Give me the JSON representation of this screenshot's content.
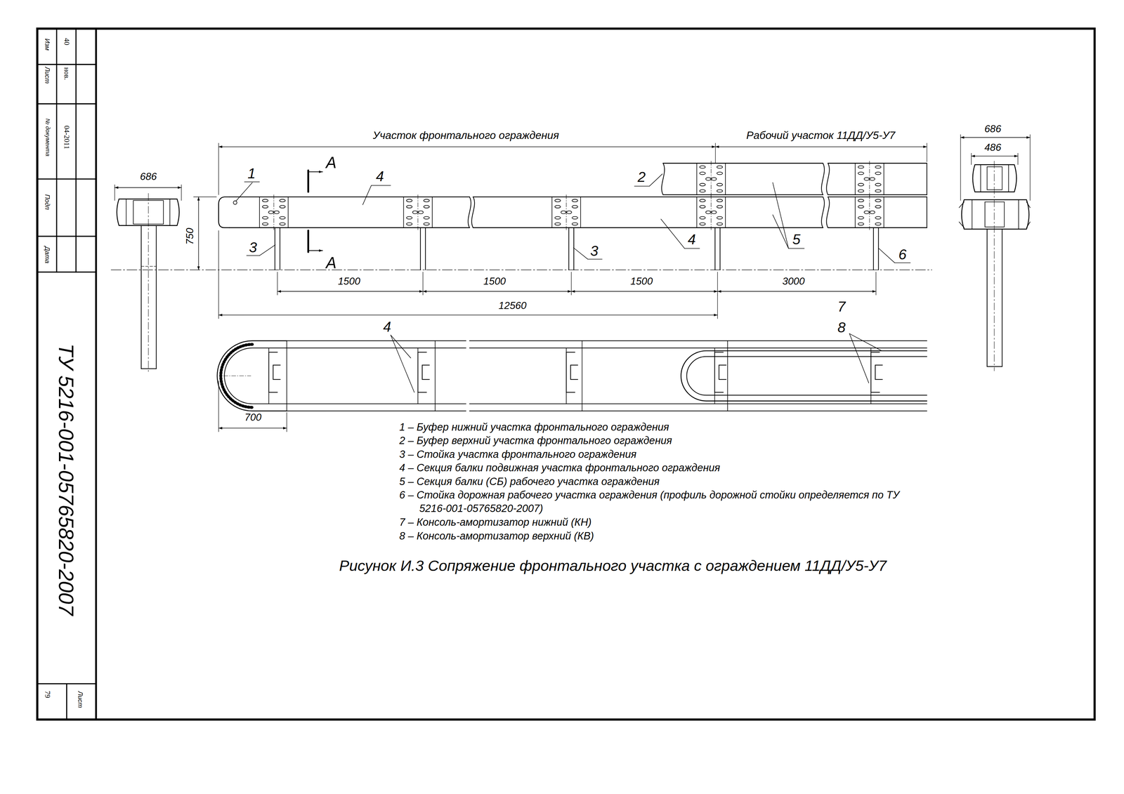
{
  "diagram": {
    "caption": "Рисунок И.3 Сопряжение фронтального участка с ограждением 11ДД/У5-У7",
    "labels": [
      "Изм",
      "40",
      "Лист",
      "нов.",
      "№ документа",
      "04-2011",
      "Подп",
      "Дата",
      "ТУ 5216-001-05765820-2007",
      "79",
      "Лист",
      "Участок фронтального ограждения",
      "Рабочий участок 11ДД/У5-У7",
      "686",
      "750",
      "1",
      "А",
      "4",
      "2",
      "3",
      "А",
      "3",
      "4",
      "5",
      "6",
      "1500",
      "1500",
      "1500",
      "3000",
      "12560",
      "686",
      "486",
      "4",
      "7",
      "8",
      "700",
      "1 – Буфер нижний участка фронтального ограждения",
      "2 – Буфер верхний участка фронтального ограждения",
      "3 – Стойка участка фронтального ограждения",
      "4 – Секция балки подвижная участка фронтального ограждения",
      "5 – Секция балки (СБ) рабочего участка ограждения",
      "6 – Стойка дорожная рабочего участка ограждения (профиль дорожной стойки определяется по ТУ 5216-001-05765820-2007)",
      "7 – Консоль-амортизатор нижний (КН)",
      "8 – Консоль-амортизатор верхний (КВ)"
    ]
  }
}
